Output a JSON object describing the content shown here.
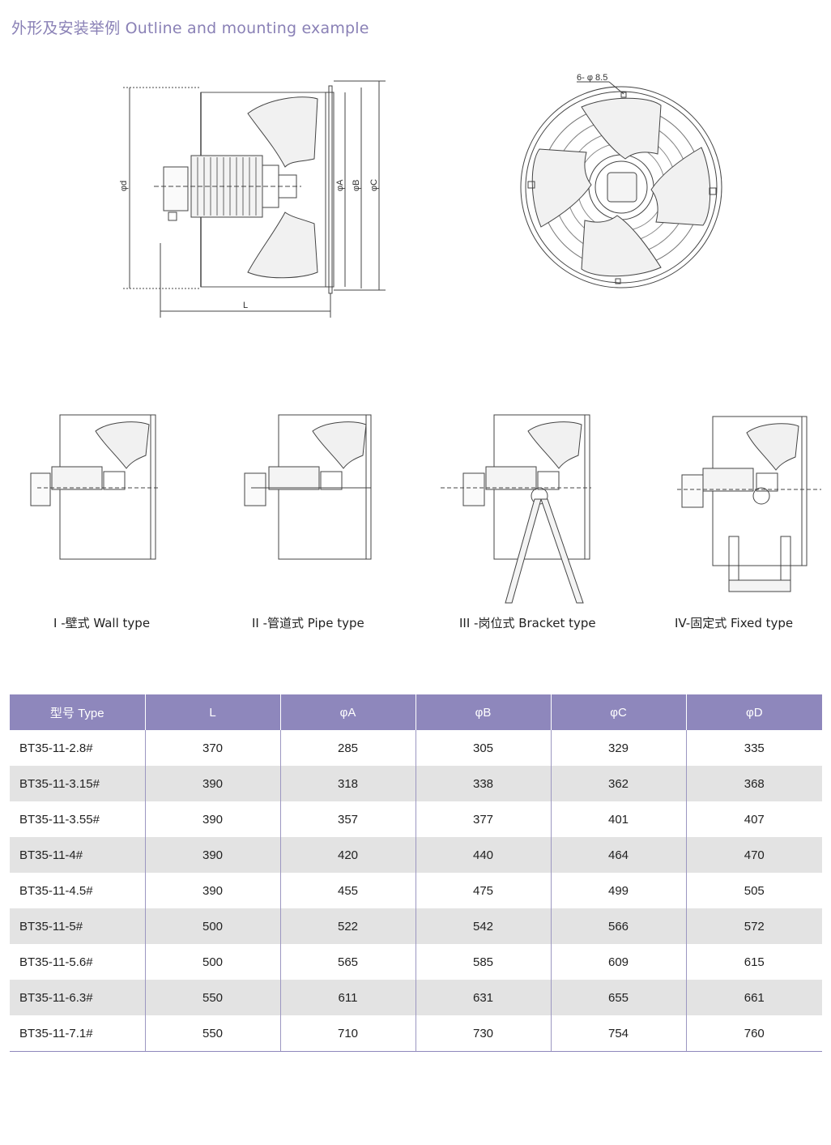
{
  "page": {
    "title": "外形及安装举例 Outline and mounting example"
  },
  "side_view": {
    "labels": {
      "d": "φd",
      "a": "φA",
      "b": "φB",
      "c": "φC",
      "l": "L"
    }
  },
  "front_view": {
    "hole_label": "6- φ 8.5"
  },
  "mounting_types": [
    {
      "label": "I  -壁式 Wall type"
    },
    {
      "label": "II  -管道式 Pipe type"
    },
    {
      "label": "III -岗位式 Bracket type"
    },
    {
      "label": "IV-固定式 Fixed type"
    }
  ],
  "table": {
    "headers": [
      "型号 Type",
      "L",
      "φA",
      "φB",
      "φC",
      "φD"
    ],
    "rows": [
      [
        "BT35-11-2.8#",
        "370",
        "285",
        "305",
        "329",
        "335"
      ],
      [
        "BT35-11-3.15#",
        "390",
        "318",
        "338",
        "362",
        "368"
      ],
      [
        "BT35-11-3.55#",
        "390",
        "357",
        "377",
        "401",
        "407"
      ],
      [
        "BT35-11-4#",
        "390",
        "420",
        "440",
        "464",
        "470"
      ],
      [
        "BT35-11-4.5#",
        "390",
        "455",
        "475",
        "499",
        "505"
      ],
      [
        "BT35-11-5#",
        "500",
        "522",
        "542",
        "566",
        "572"
      ],
      [
        "BT35-11-5.6#",
        "500",
        "565",
        "585",
        "609",
        "615"
      ],
      [
        "BT35-11-6.3#",
        "550",
        "611",
        "631",
        "655",
        "661"
      ],
      [
        "BT35-11-7.1#",
        "550",
        "710",
        "730",
        "754",
        "760"
      ]
    ]
  },
  "colors": {
    "accent": "#8e87bc",
    "title": "#8a81b6",
    "row_alt": "#e3e3e3"
  }
}
